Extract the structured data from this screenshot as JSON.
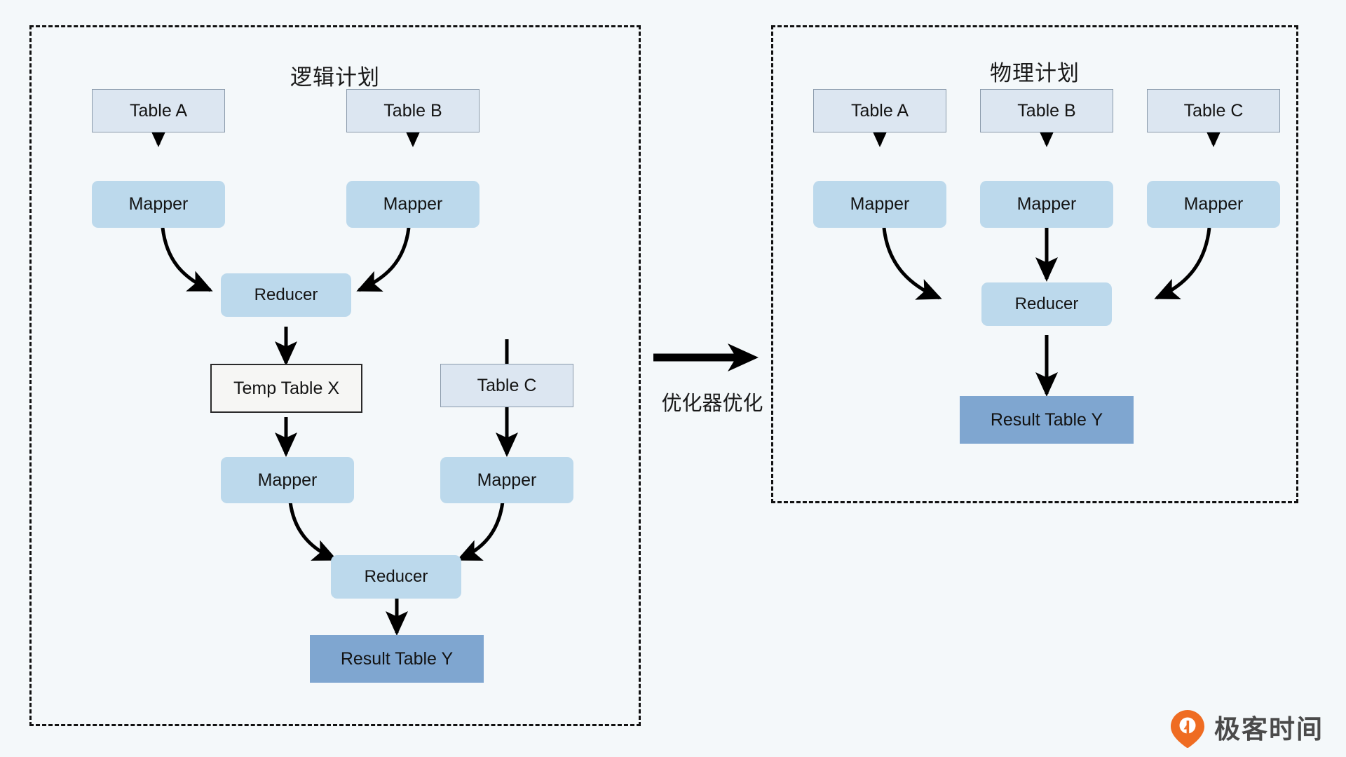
{
  "background_color": "#f4f8fa",
  "colors": {
    "table_fill": "#dce6f1",
    "table_border": "#8a9aab",
    "mapper_fill": "#bcd9ec",
    "reducer_fill": "#bcd9ec",
    "temp_fill": "#f6f6f4",
    "temp_border": "#2a2a2a",
    "result_fill": "#7fa6d0",
    "panel_border": "#111111",
    "arrow": "#000000",
    "logo_orange": "#ef6c22",
    "logo_text": "#4a4a4a"
  },
  "panels": {
    "logical": {
      "title": "逻辑计划",
      "nodes": {
        "table_a": "Table A",
        "table_b": "Table B",
        "table_c": "Table C",
        "mapper_a": "Mapper",
        "mapper_b": "Mapper",
        "mapper_temp": "Mapper",
        "mapper_c": "Mapper",
        "reducer_1": "Reducer",
        "reducer_2": "Reducer",
        "temp_table": "Temp Table X",
        "result_table": "Result Table Y"
      }
    },
    "physical": {
      "title": "物理计划",
      "nodes": {
        "table_a": "Table A",
        "table_b": "Table B",
        "table_c": "Table C",
        "mapper_a": "Mapper",
        "mapper_b": "Mapper",
        "mapper_c": "Mapper",
        "reducer": "Reducer",
        "result_table": "Result Table Y"
      }
    }
  },
  "transform": {
    "caption": "优化器优化",
    "arrow_icon": "right-arrow-icon"
  },
  "watermark": {
    "text": "极客时间",
    "icon": "geektime-logo-icon"
  }
}
